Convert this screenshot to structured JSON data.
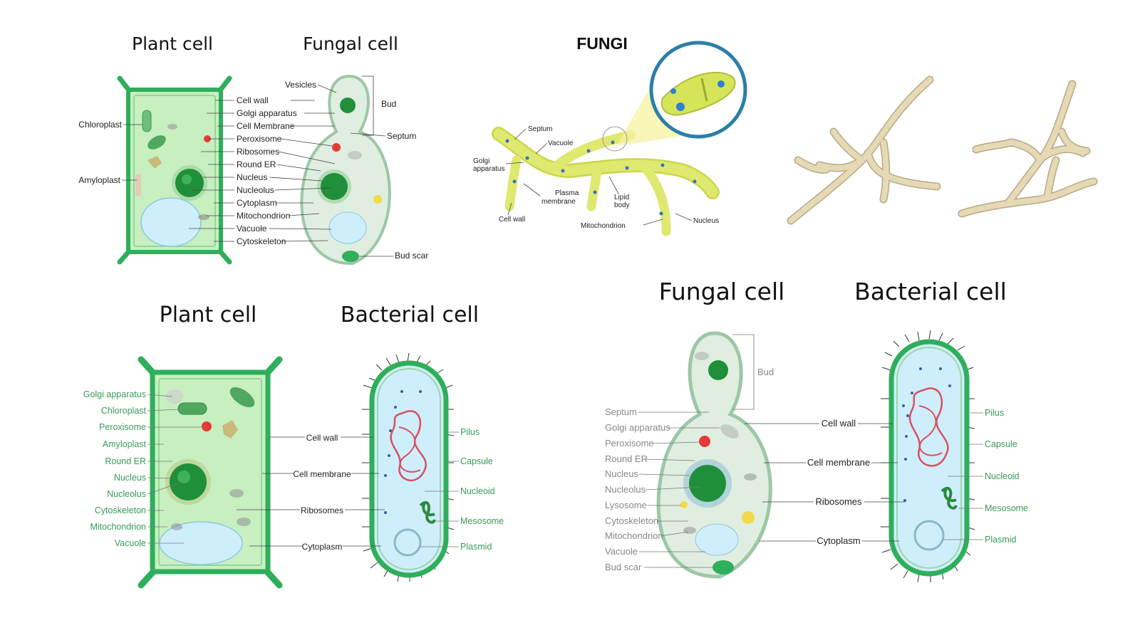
{
  "colors": {
    "cell_wall_green": "#2fae5b",
    "cytoplasm_green": "#c8efc0",
    "vacuole_blue": "#cfeefb",
    "nucleus_green": "#1f8f3a",
    "fungal_body": "#dfeee0",
    "hypha_yellow": "#d6e45a",
    "mycelium_tan": "#e2d6a8",
    "bacterial_wall": "#2fae5b",
    "nucleoid_red": "#d9505f",
    "peroxisome_red": "#e63a3a"
  },
  "panel1": {
    "plant_title": "Plant cell",
    "fungal_title": "Fungal cell",
    "plant_labels": [
      "Chloroplast",
      "Amyloplast"
    ],
    "shared_labels": [
      "Cell wall",
      "Golgi apparatus",
      "Cell Membrane",
      "Peroxisome",
      "Ribosomes",
      "Round ER",
      "Nucleus",
      "Nucleolus",
      "Cytoplasm",
      "Mitochondrion",
      "Vacuole",
      "Cytoskeleton"
    ],
    "fungal_labels": {
      "vesicles": "Vesicles",
      "bud": "Bud",
      "septum": "Septum",
      "bud_scar": "Bud scar"
    }
  },
  "panel2": {
    "title": "FUNGI",
    "labels": {
      "septum": "Septum",
      "vacuole": "Vacuole",
      "golgi_1": "Golgi",
      "golgi_2": "apparatus",
      "plasma_1": "Plasma",
      "plasma_2": "membrane",
      "lipid_1": "Lipid",
      "lipid_2": "body",
      "cell_wall": "Cell wall",
      "mitochondrion": "Mitochondrion",
      "nucleus": "Nucleus"
    }
  },
  "panel3": {
    "plant_title": "Plant cell",
    "bacterial_title": "Bacterial cell",
    "left_labels": [
      "Golgi apparatus",
      "Chloroplast",
      "Peroxisome",
      "Amyloplast",
      "Round ER",
      "Nucleus",
      "Nucleolus",
      "Cytoskeleton",
      "Mitochondrion",
      "Vacuole"
    ],
    "middle_labels": [
      "Cell wall",
      "Cell membrane",
      "Ribosomes",
      "Cytoplasm"
    ],
    "right_labels": [
      "Pilus",
      "Capsule",
      "Nucleoid",
      "Mesosome",
      "Plasmid"
    ]
  },
  "panel4": {
    "fungal_title": "Fungal cell",
    "bacterial_title": "Bacterial cell",
    "bud_label": "Bud",
    "left_labels": [
      "Septum",
      "Golgi apparatus",
      "Peroxisome",
      "Round ER",
      "Nucleus",
      "Nucleolus",
      "Lysosome",
      "Cytoskeleton",
      "Mitochondrion",
      "Vacuole",
      "Bud scar"
    ],
    "middle_labels": [
      "Cell wall",
      "Cell membrane",
      "Ribosomes",
      "Cytoplasm"
    ],
    "right_labels": [
      "Pilus",
      "Capsule",
      "Nucleoid",
      "Mesosome",
      "Plasmid"
    ]
  }
}
